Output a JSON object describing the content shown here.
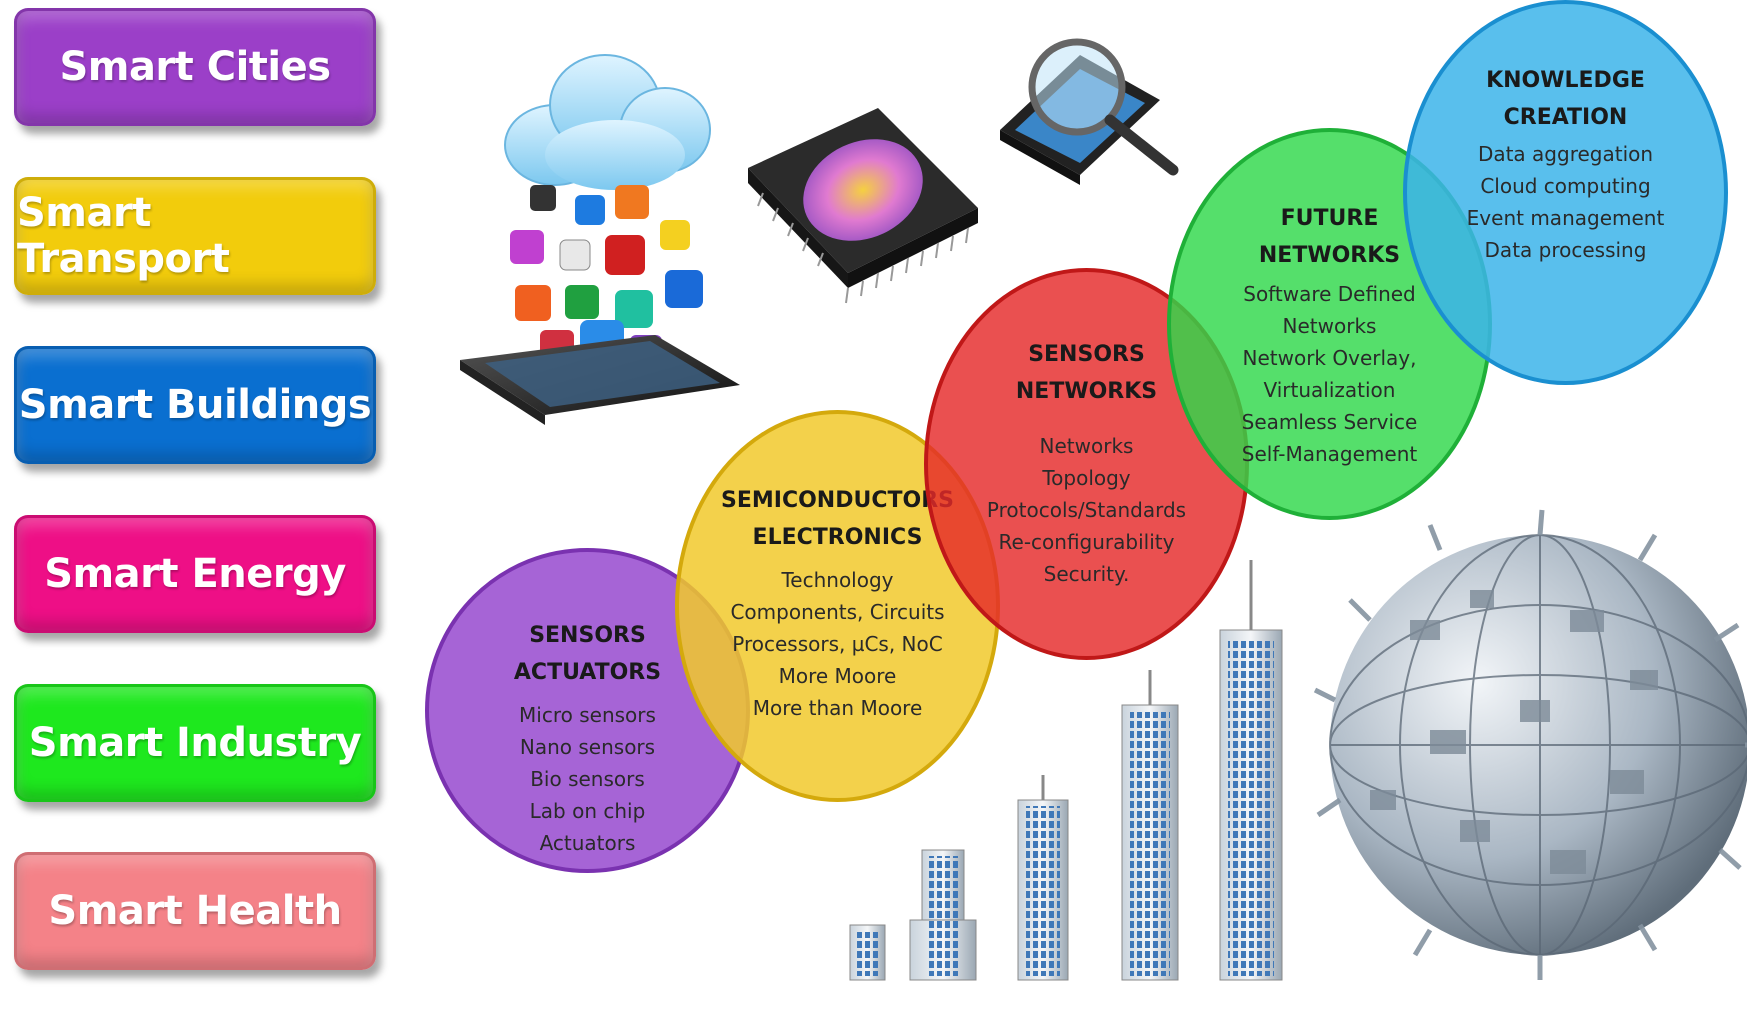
{
  "domains": [
    {
      "label": "Smart Cities",
      "color": "#9b3fc8"
    },
    {
      "label": "Smart Transport",
      "color": "#f2cc0c"
    },
    {
      "label": "Smart Buildings",
      "color": "#0a6fd0"
    },
    {
      "label": "Smart Energy",
      "color": "#ee0f86"
    },
    {
      "label": "Smart Industry",
      "color": "#1ee81e"
    },
    {
      "label": "Smart Health",
      "color": "#f48288"
    }
  ],
  "layers": [
    {
      "title": "SENSORS\nACTUATORS",
      "items": [
        "Micro sensors",
        "Nano sensors",
        "Bio sensors",
        "Lab on chip",
        "Actuators"
      ],
      "color": "#9a4fd0"
    },
    {
      "title": "SEMICONDUCTORS\nELECTRONICS",
      "items": [
        "Technology",
        "Components, Circuits",
        "Processors, µCs, NoC",
        "More Moore",
        "More than Moore"
      ],
      "color": "#f1c92c"
    },
    {
      "title": "SENSORS\nNETWORKS",
      "items": [
        "Networks",
        "Topology",
        "Protocols/Standards",
        "Re-configurability",
        "Security."
      ],
      "color": "#e52a2a"
    },
    {
      "title": "FUTURE\nNETWORKS",
      "items": [
        "Software Defined",
        "Networks",
        "Network Overlay,",
        "Virtualization",
        "Seamless Service",
        "Self-Management"
      ],
      "color": "#2fd84a"
    },
    {
      "title": "KNOWLEDGE\nCREATION",
      "items": [
        "Data aggregation",
        "Cloud computing",
        "Event management",
        "Data processing"
      ],
      "color": "#3cb4ea"
    }
  ],
  "illustrations": [
    "cloud-icon",
    "smartphone-icon",
    "app-icons",
    "microchip-icon",
    "magnifier-phone-icon",
    "skyscrapers-icon",
    "globe-icon"
  ]
}
